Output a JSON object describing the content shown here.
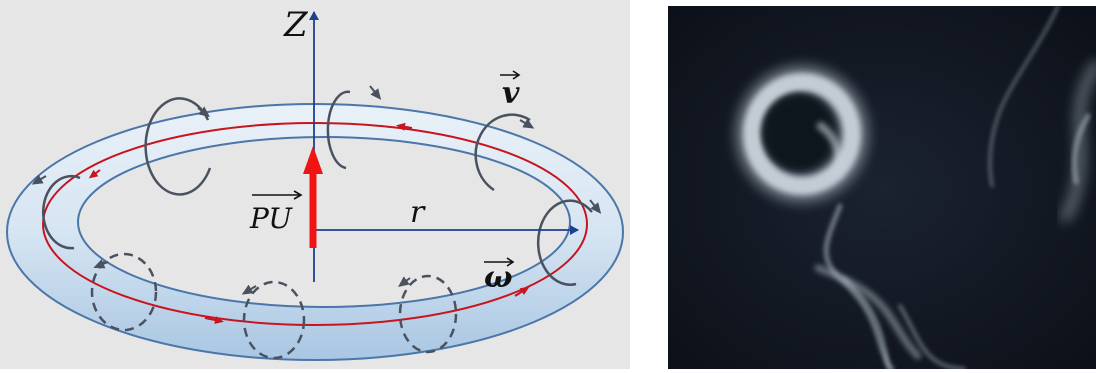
{
  "diagram": {
    "axis_label": "Z",
    "vector_PU": "PU",
    "radius_label": "r",
    "velocity_label": "v",
    "vorticity_label": "ω",
    "colors": {
      "background": "#e6e6e6",
      "torus_fill": "#cfe0f0",
      "torus_edge": "#4a76a8",
      "core_line": "#c8141e",
      "axis": "#1f3f8f",
      "circulation": "#4a5260",
      "pu_arrow": "#f01414"
    }
  },
  "photo": {
    "subject": "smoke-ring",
    "colors": {
      "background": "#121721",
      "smoke": "#c9d3db"
    }
  }
}
